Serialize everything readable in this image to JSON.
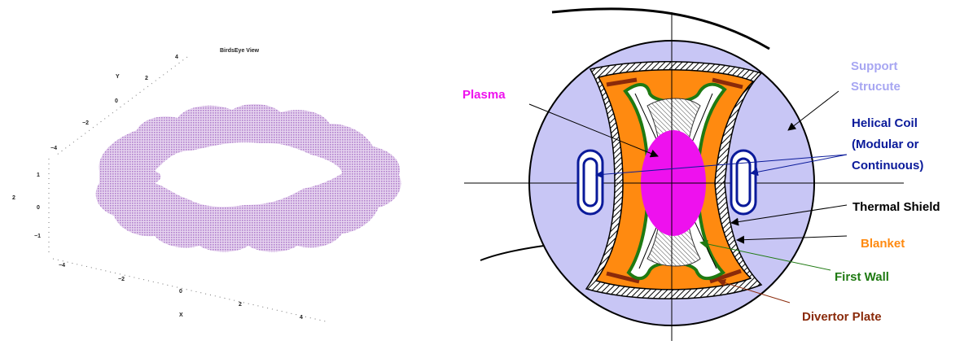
{
  "birdseye": {
    "title": "BirdsEye  View",
    "axis_labels": {
      "x": "X",
      "y": "Y"
    },
    "y_ticks": [
      "4",
      "2",
      "0",
      "−2",
      "−4"
    ],
    "x_ticks": [
      "−4",
      "−2",
      "0",
      "2",
      "4"
    ],
    "z_ticks": [
      "1",
      "0",
      "−1"
    ],
    "side_label": "2",
    "colors": {
      "surface": "#c9a2dc",
      "dots": "#555555"
    }
  },
  "cross_section": {
    "labels": {
      "plasma": "Plasma",
      "support": [
        "Support",
        "Strucute"
      ],
      "helical": [
        "Helical Coil",
        "(Modular or",
        "Continuous)"
      ],
      "thermal": "Thermal Shield",
      "blanket": "Blanket",
      "first_wall": "First Wall",
      "divertor": "Divertor Plate"
    },
    "colors": {
      "plasma": "#ee11ee",
      "support": "#a7a6f2",
      "helical": "#0a1a9a",
      "thermal": "#000000",
      "blanket": "#ff8a10",
      "first_wall": "#1f7a12",
      "divertor": "#8a2a0a",
      "vessel_fill": "#c8c6f5"
    }
  }
}
